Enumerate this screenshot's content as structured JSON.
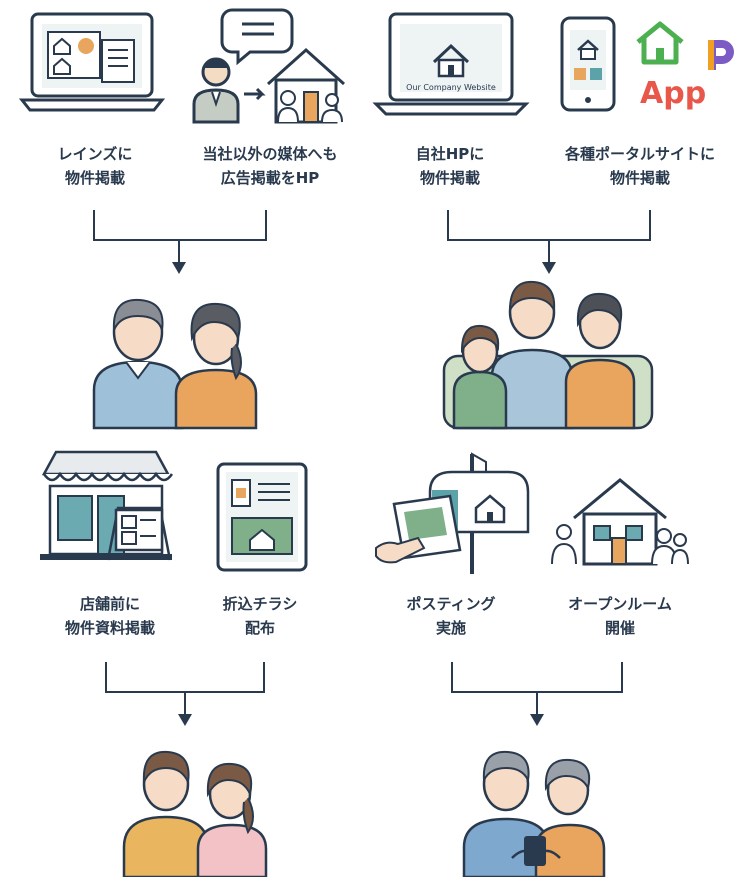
{
  "row1": {
    "items": [
      {
        "line1": "レインズに",
        "line2": "物件掲載"
      },
      {
        "line1": "当社以外の媒体へも",
        "line2": "広告掲載をHP"
      },
      {
        "line1": "自社HPに",
        "line2": "物件掲載"
      },
      {
        "line1": "各種ポータルサイトに",
        "line2": "物件掲載"
      }
    ],
    "website_label": "Our Company Website",
    "app_label": "App"
  },
  "row2": {
    "items": [
      {
        "line1": "店舗前に",
        "line2": "物件資料掲載"
      },
      {
        "line1": "折込チラシ",
        "line2": "配布"
      },
      {
        "line1": "ポスティング",
        "line2": "実施"
      },
      {
        "line1": "オープンルーム",
        "line2": "開催"
      }
    ]
  },
  "colors": {
    "navy": "#2a3a4e",
    "teal": "#5ba3a8",
    "green": "#4caf50",
    "orange": "#e8a55e",
    "blue_shirt": "#8fb3cf",
    "sofa": "#c9dcc4"
  }
}
